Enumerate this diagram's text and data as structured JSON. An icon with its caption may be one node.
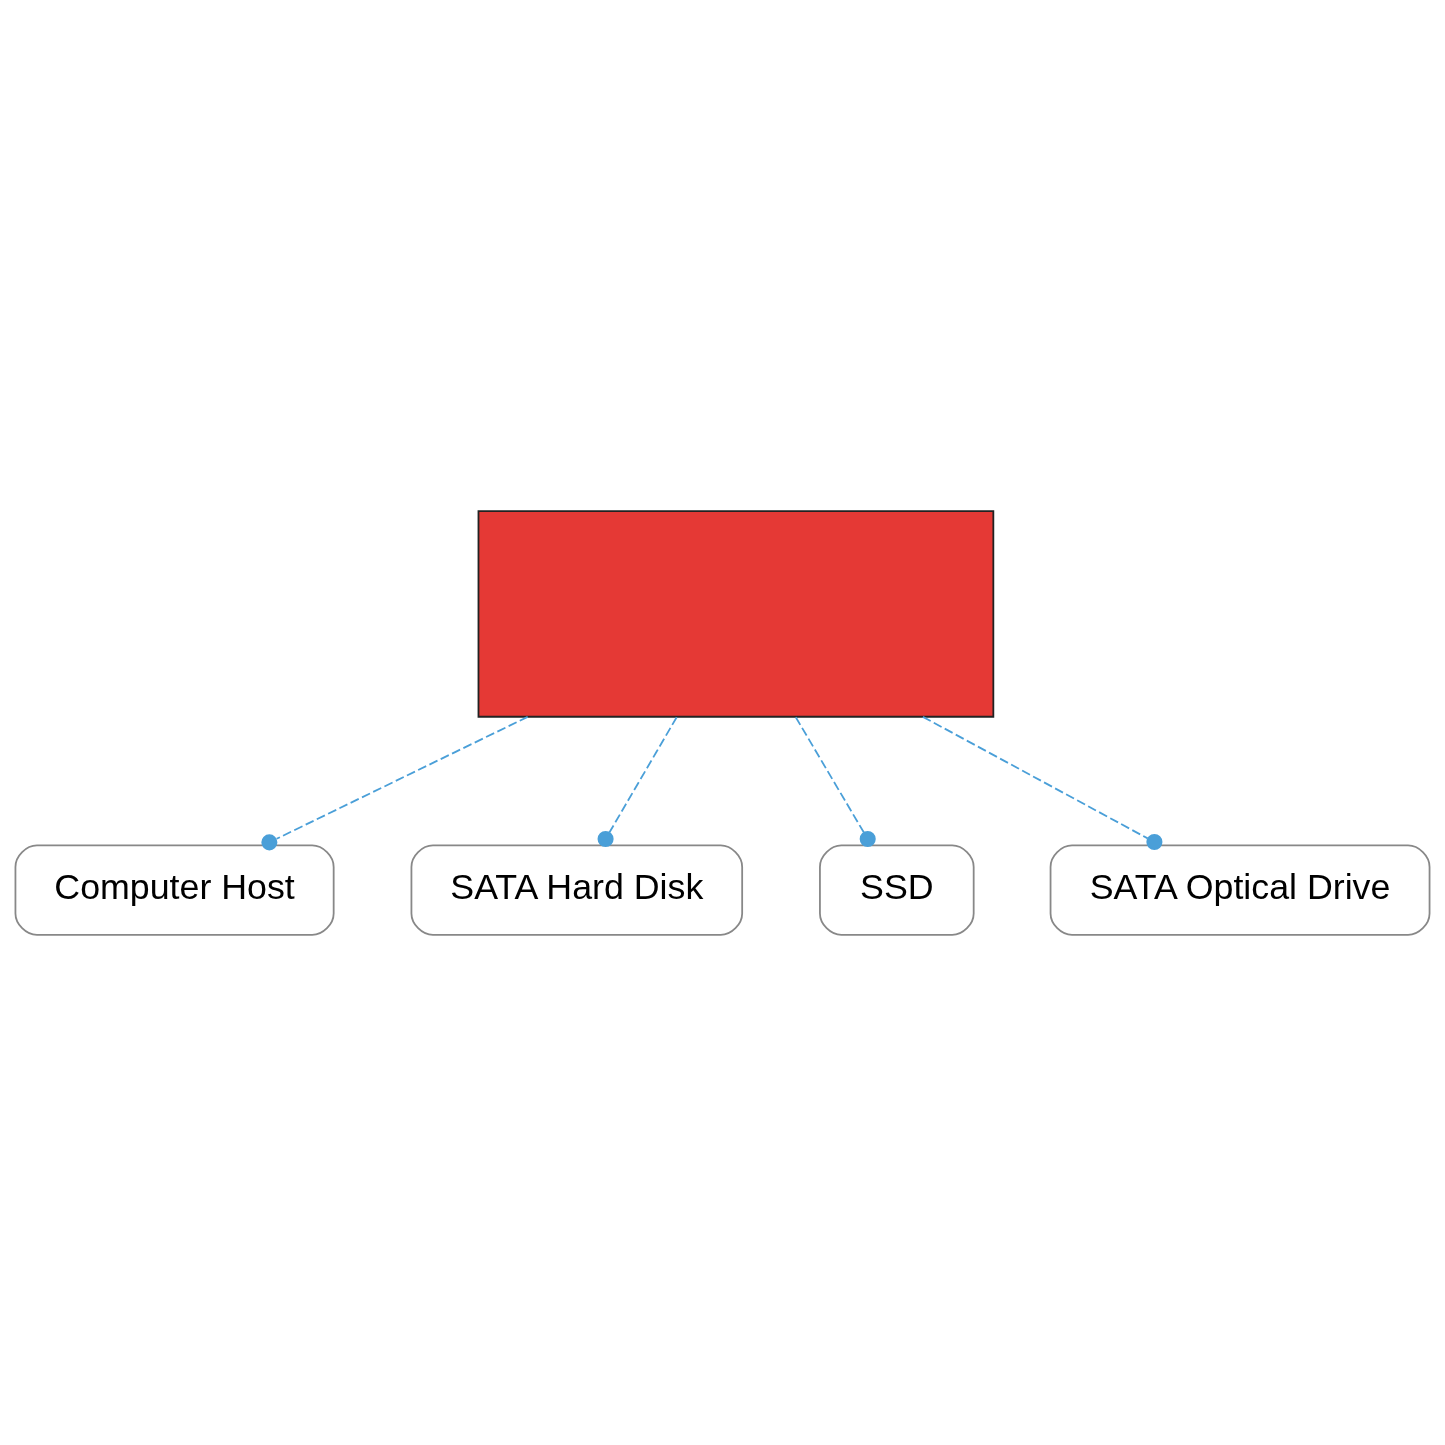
{
  "diagram": {
    "nodes": [
      {
        "text": [],
        "shape": "box"
      },
      {
        "text": [
          "Computer Host"
        ]
      },
      {
        "text": [
          "SATA Hard Disk"
        ]
      },
      {
        "text": [
          "SSD"
        ]
      },
      {
        "text": [
          "SATA Optical Drive"
        ]
      }
    ],
    "edges": [
      {
        "from": 0,
        "to": 1,
        "arrow": "other",
        "style": "dashed"
      },
      {
        "from": 0,
        "to": 2,
        "arrow": "other",
        "style": "dashed"
      },
      {
        "from": 0,
        "to": 3,
        "arrow": "other",
        "style": "dashed"
      },
      {
        "from": 0,
        "to": 4,
        "arrow": "other",
        "style": "dashed"
      }
    ]
  }
}
